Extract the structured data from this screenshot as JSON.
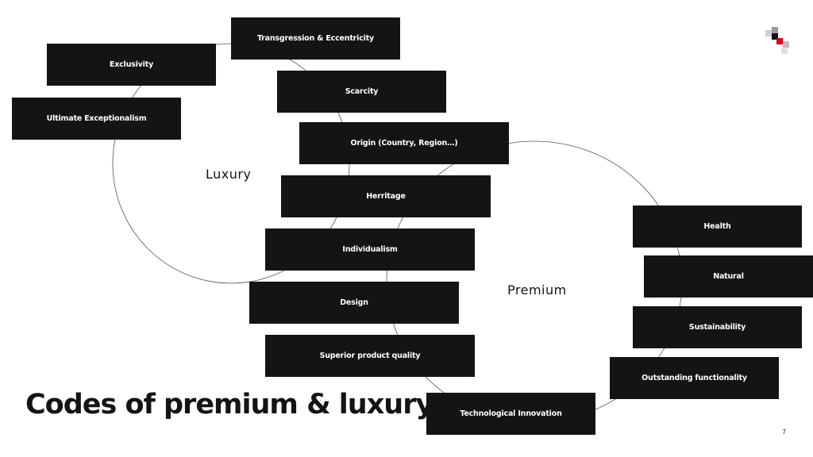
{
  "title": "Codes of premium & luxury",
  "page_number": "7",
  "labels": {
    "luxury": "Luxury",
    "premium": "Premium"
  },
  "boxes": [
    "Transgression & Eccentricity",
    "Exclusivity",
    "Scarcity",
    "Ultimate Exceptionalism",
    "Origin (Country, Region…)",
    "Herritage",
    "Individualism",
    "Design",
    "Superior product quality",
    "Technological Innovation",
    "Health",
    "Natural",
    "Sustainability",
    "Outstanding functionality"
  ],
  "colors": {
    "box_fill": "#151314",
    "box_text": "#ffffff",
    "circle_stroke": "#555555",
    "logo_accent": "#e2001a"
  },
  "logo_icon": "pixel-square-logo-icon"
}
